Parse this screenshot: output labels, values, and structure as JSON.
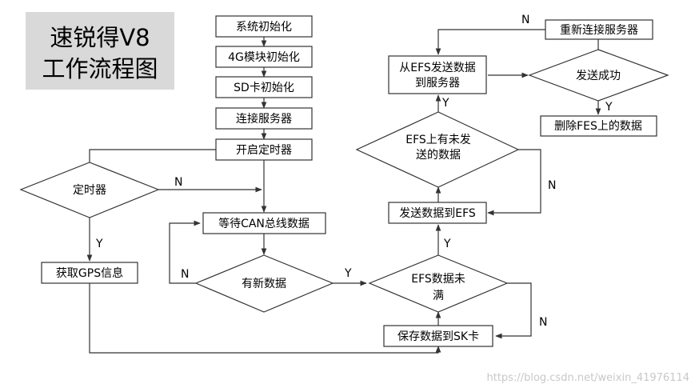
{
  "title": {
    "line1": "速锐得V8",
    "line2": "工作流程图"
  },
  "nodes": {
    "sys_init": "系统初始化",
    "module_init": "4G模块初始化",
    "sd_init": "SD卡初始化",
    "connect_server": "连接服务器",
    "start_timer": "开启定时器",
    "timer": "定时器",
    "get_gps": "获取GPS信息",
    "wait_can": "等待CAN总线数据",
    "has_new_data": "有新数据",
    "efs_not_full_1": "EFS数据未",
    "efs_not_full_2": "满",
    "save_sk": "保存数据到SK卡",
    "send_efs": "发送数据到EFS",
    "efs_unsent_1": "EFS上有未发",
    "efs_unsent_2": "送的数据",
    "send_server_1": "从EFS发送数据",
    "send_server_2": "到服务器",
    "send_success": "发送成功",
    "reconnect": "重新连接服务器",
    "delete_fes": "删除FES上的数据"
  },
  "edge_labels": {
    "timer_n": "N",
    "timer_y": "Y",
    "newdata_n": "N",
    "newdata_y": "Y",
    "efsfull_y": "Y",
    "efsfull_n": "N",
    "unsent_y": "Y",
    "unsent_n": "N",
    "success_n": "N",
    "success_y": "Y"
  },
  "watermark": "https://blog.csdn.net/weixin_41976114"
}
